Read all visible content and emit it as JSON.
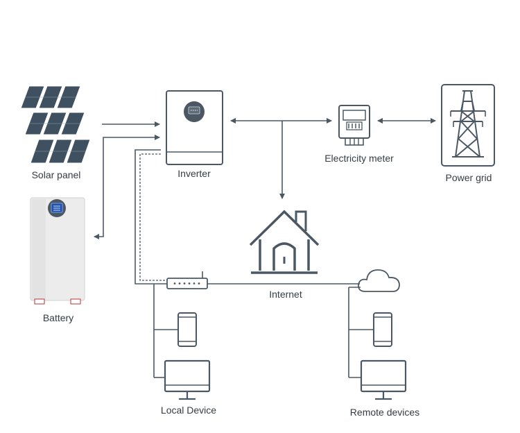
{
  "labels": {
    "solar_panel": "Solar panel",
    "inverter": "Inverter",
    "electricity_meter": "Electricity meter",
    "power_grid": "Power grid",
    "battery": "Battery",
    "internet": "Internet",
    "local_device": "Local Device",
    "remote_devices": "Remote devices"
  },
  "colors": {
    "line": "#4b5863",
    "panel_cell": "#3f5060",
    "battery_body": "#ececec",
    "battery_screen": "#1f4fa8",
    "text": "#333c44"
  },
  "icons": {
    "inverter_display": "display-icon",
    "meter": "electricity-meter-icon",
    "grid": "transmission-tower-icon",
    "house": "house-icon",
    "router": "router-icon",
    "cloud": "cloud-icon",
    "phone": "smartphone-icon",
    "monitor": "monitor-icon"
  }
}
